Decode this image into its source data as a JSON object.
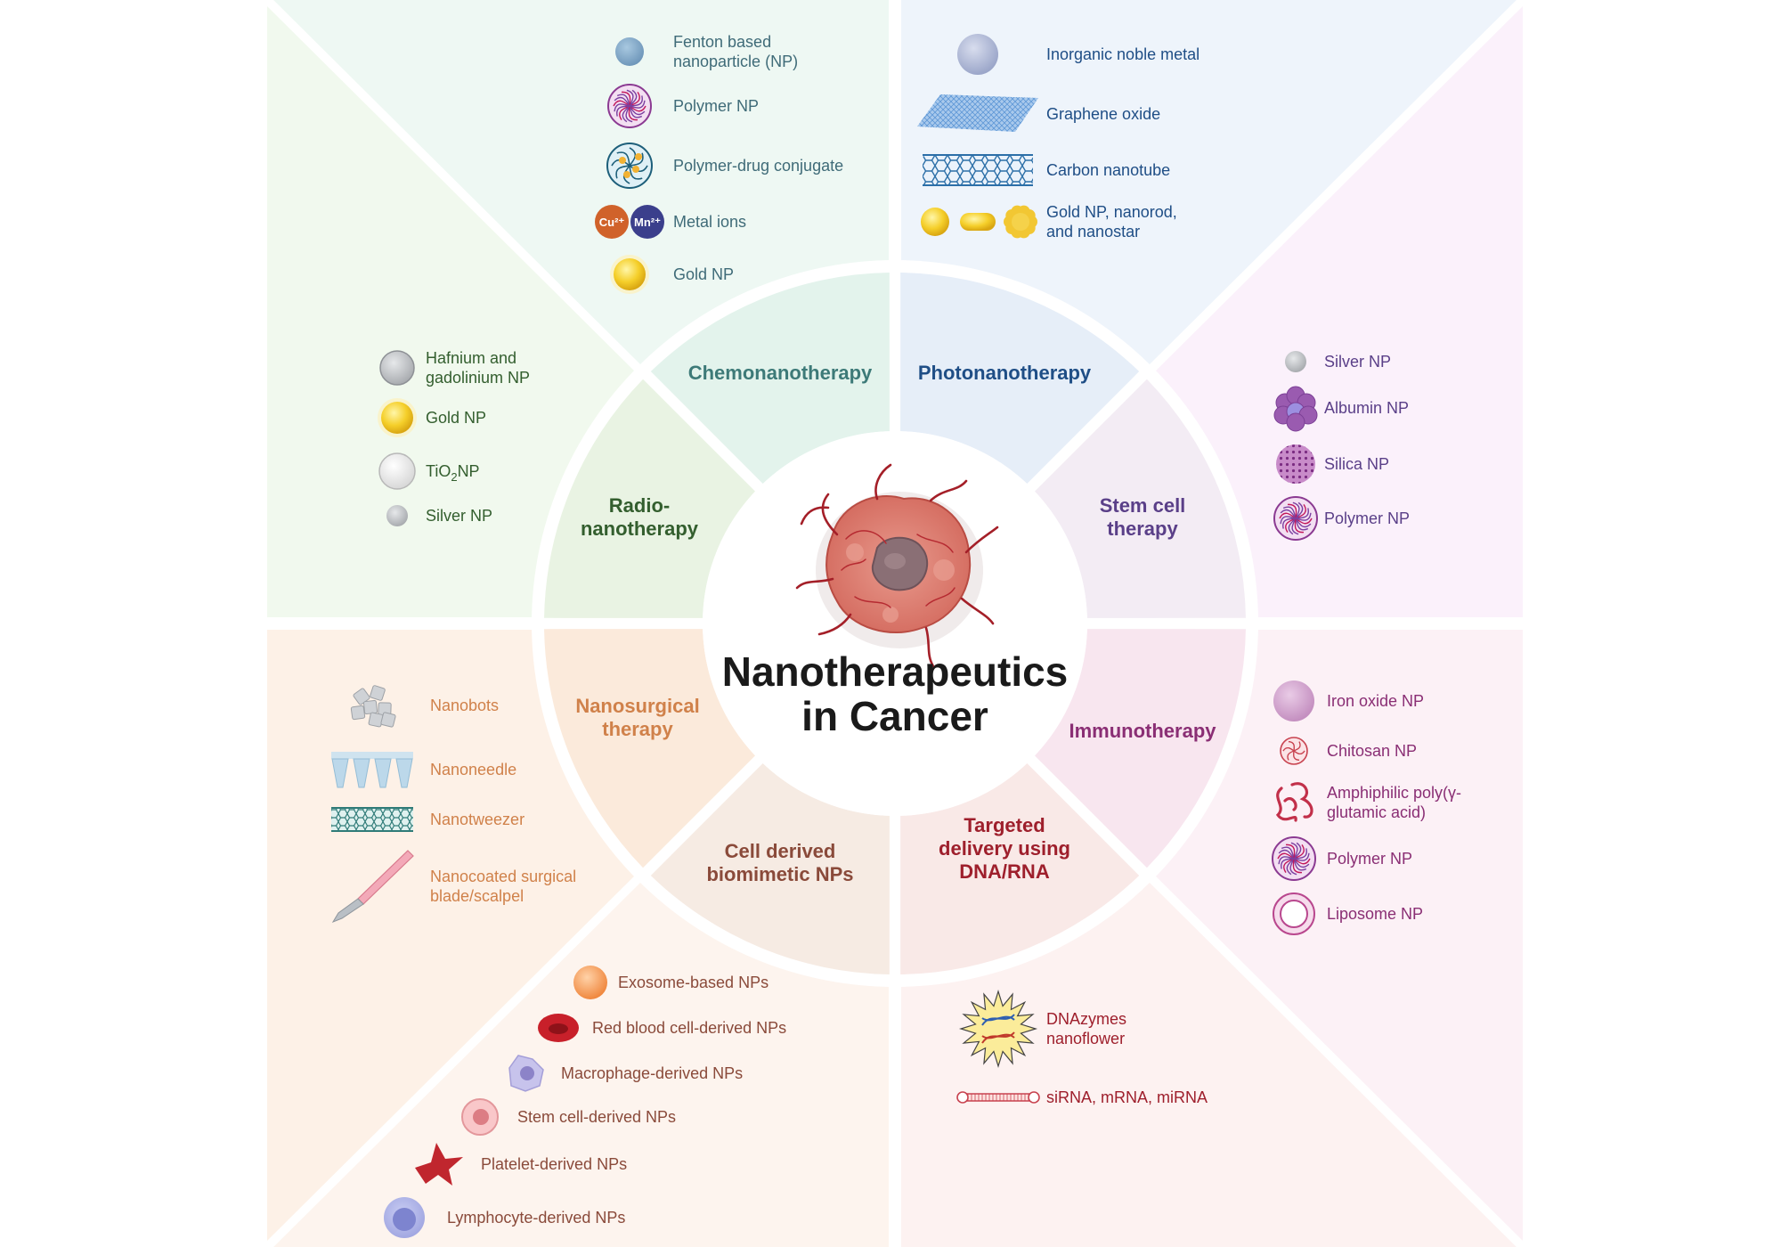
{
  "title": {
    "line1": "Nanotherapeutics",
    "line2": "in Cancer"
  },
  "segments": {
    "chemo": {
      "lines": [
        "Chemonanotherapy"
      ],
      "color": "#3d7a78"
    },
    "photo": {
      "lines": [
        "Photonanotherapy"
      ],
      "color": "#1f4e86"
    },
    "stem": {
      "lines": [
        "Stem cell",
        "therapy"
      ],
      "color": "#5a3f88"
    },
    "immuno": {
      "lines": [
        "Immunotherapy"
      ],
      "color": "#8a2e74"
    },
    "targeted": {
      "lines": [
        "Targeted",
        "delivery using",
        "DNA/RNA"
      ],
      "color": "#9e1f2c"
    },
    "cell": {
      "lines": [
        "Cell derived",
        "biomimetic NPs"
      ],
      "color": "#8a4a3a"
    },
    "nanosurg": {
      "lines": [
        "Nanosurgical",
        "therapy"
      ],
      "color": "#d0814a"
    },
    "radio": {
      "lines": [
        "Radio-",
        "nanotherapy"
      ],
      "color": "#335e2e"
    }
  },
  "panels": {
    "chemo": {
      "text_color": "#3f6b78",
      "items": [
        {
          "icon": "blue-sphere-icon",
          "lines": [
            "Fenton based",
            "nanoparticle (NP)"
          ]
        },
        {
          "icon": "polymer-np-icon",
          "lines": [
            "Polymer NP"
          ]
        },
        {
          "icon": "polymer-drug-conjugate-icon",
          "lines": [
            "Polymer-drug conjugate"
          ]
        },
        {
          "icon": "metal-ions-icon",
          "lines": [
            "Metal ions"
          ],
          "badges": [
            "Cu²⁺",
            "Mn²⁺"
          ]
        },
        {
          "icon": "gold-np-icon",
          "lines": [
            "Gold NP"
          ]
        }
      ]
    },
    "photo": {
      "text_color": "#1f4e86",
      "items": [
        {
          "icon": "noble-metal-sphere-icon",
          "lines": [
            "Inorganic noble metal"
          ]
        },
        {
          "icon": "graphene-sheet-icon",
          "lines": [
            "Graphene oxide"
          ]
        },
        {
          "icon": "carbon-nanotube-icon",
          "lines": [
            "Carbon nanotube"
          ]
        },
        {
          "icon": "gold-shapes-icon",
          "lines": [
            "Gold NP, nanorod,",
            "and nanostar"
          ]
        }
      ]
    },
    "stem": {
      "text_color": "#5a3f88",
      "items": [
        {
          "icon": "silver-np-icon",
          "lines": [
            "Silver NP"
          ]
        },
        {
          "icon": "albumin-np-icon",
          "lines": [
            "Albumin NP"
          ]
        },
        {
          "icon": "silica-np-icon",
          "lines": [
            "Silica NP"
          ]
        },
        {
          "icon": "polymer-np-icon",
          "lines": [
            "Polymer NP"
          ]
        }
      ]
    },
    "immuno": {
      "text_color": "#8a2e74",
      "items": [
        {
          "icon": "iron-oxide-np-icon",
          "lines": [
            "Iron oxide NP"
          ]
        },
        {
          "icon": "chitosan-np-icon",
          "lines": [
            "Chitosan NP"
          ]
        },
        {
          "icon": "polyglutamic-acid-icon",
          "lines": [
            "Amphiphilic poly(γ-",
            "glutamic acid)"
          ]
        },
        {
          "icon": "polymer-np-icon",
          "lines": [
            "Polymer NP"
          ]
        },
        {
          "icon": "liposome-np-icon",
          "lines": [
            "Liposome NP"
          ]
        }
      ]
    },
    "targeted": {
      "text_color": "#9e1f2c",
      "items": [
        {
          "icon": "dnazyme-nanoflower-icon",
          "lines": [
            "DNAzymes",
            "nanoflower"
          ]
        },
        {
          "icon": "rna-strand-icon",
          "lines": [
            "siRNA, mRNA, miRNA"
          ]
        }
      ]
    },
    "cell": {
      "text_color": "#8a4a3a",
      "items": [
        {
          "icon": "exosome-icon",
          "lines": [
            "Exosome-based NPs"
          ]
        },
        {
          "icon": "red-blood-cell-icon",
          "lines": [
            "Red blood cell-derived NPs"
          ]
        },
        {
          "icon": "macrophage-icon",
          "lines": [
            "Macrophage-derived NPs"
          ]
        },
        {
          "icon": "stem-cell-icon",
          "lines": [
            "Stem cell-derived NPs"
          ]
        },
        {
          "icon": "platelet-icon",
          "lines": [
            "Platelet-derived NPs"
          ]
        },
        {
          "icon": "lymphocyte-icon",
          "lines": [
            "Lymphocyte-derived NPs"
          ]
        }
      ]
    },
    "nanosurg": {
      "text_color": "#d0814a",
      "items": [
        {
          "icon": "nanobots-icon",
          "lines": [
            "Nanobots"
          ]
        },
        {
          "icon": "nanoneedle-icon",
          "lines": [
            "Nanoneedle"
          ]
        },
        {
          "icon": "nanotweezer-icon",
          "lines": [
            "Nanotweezer"
          ]
        },
        {
          "icon": "scalpel-icon",
          "lines": [
            "Nanocoated surgical",
            "blade/scalpel"
          ]
        }
      ]
    },
    "radio": {
      "text_color": "#335e2e",
      "items": [
        {
          "icon": "hafnium-np-icon",
          "lines": [
            "Hafnium and",
            "gadolinium NP"
          ]
        },
        {
          "icon": "gold-np-icon",
          "lines": [
            "Gold NP"
          ]
        },
        {
          "icon": "tio2-np-icon",
          "lines": [
            "TiO",
            "NP"
          ],
          "subscript": "2"
        },
        {
          "icon": "silver-np-icon",
          "lines": [
            "Silver NP"
          ]
        }
      ]
    }
  },
  "colors": {
    "chemo_bg": "#eef8f3",
    "chemo_ring": "#e3f3ec",
    "photo_bg": "#eef4fb",
    "photo_ring": "#e6eef8",
    "stem_bg": "#fbf1fb",
    "stem_ring": "#f3ecf4",
    "immuno_bg": "#fcf1f6",
    "immuno_ring": "#f8e6ef",
    "targeted_bg": "#fdf2f1",
    "targeted_ring": "#f9e9e7",
    "cell_bg": "#fdf4ee",
    "cell_ring": "#f6ebe3",
    "nanosurg_bg": "#fdf1e7",
    "nanosurg_ring": "#fbeadb",
    "radio_bg": "#f1f9ee",
    "radio_ring": "#e9f3e3"
  }
}
